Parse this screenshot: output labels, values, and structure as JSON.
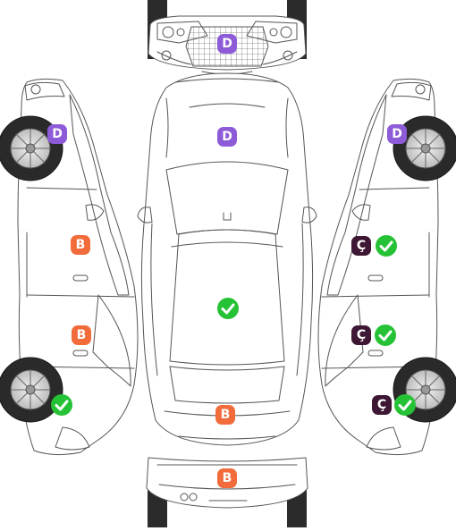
{
  "colors": {
    "damage_d": "#8e5bd8",
    "damage_b": "#f26b3a",
    "damage_c": "#3d1733",
    "ok": "#26c236",
    "line": "#555555"
  },
  "markers": [
    {
      "part": "front-bumper",
      "kind": "d",
      "label": "D"
    },
    {
      "part": "hood",
      "kind": "d",
      "label": "D"
    },
    {
      "part": "left-front-fender",
      "kind": "d",
      "label": "D"
    },
    {
      "part": "right-front-fender",
      "kind": "d",
      "label": "D"
    },
    {
      "part": "left-front-door",
      "kind": "b",
      "label": "B"
    },
    {
      "part": "left-rear-door",
      "kind": "b",
      "label": "B"
    },
    {
      "part": "trunk",
      "kind": "b",
      "label": "B"
    },
    {
      "part": "rear-bumper",
      "kind": "b",
      "label": "B"
    },
    {
      "part": "right-front-door",
      "kind": "c",
      "label": "Ç"
    },
    {
      "part": "right-rear-door",
      "kind": "c",
      "label": "Ç"
    },
    {
      "part": "right-rear-fender",
      "kind": "c",
      "label": "Ç"
    },
    {
      "part": "roof",
      "kind": "ok",
      "label": ""
    },
    {
      "part": "left-rear-fender",
      "kind": "ok",
      "label": ""
    },
    {
      "part": "right-front-door",
      "kind": "ok",
      "label": ""
    },
    {
      "part": "right-rear-door",
      "kind": "ok",
      "label": ""
    },
    {
      "part": "right-rear-fender",
      "kind": "ok",
      "label": ""
    }
  ]
}
